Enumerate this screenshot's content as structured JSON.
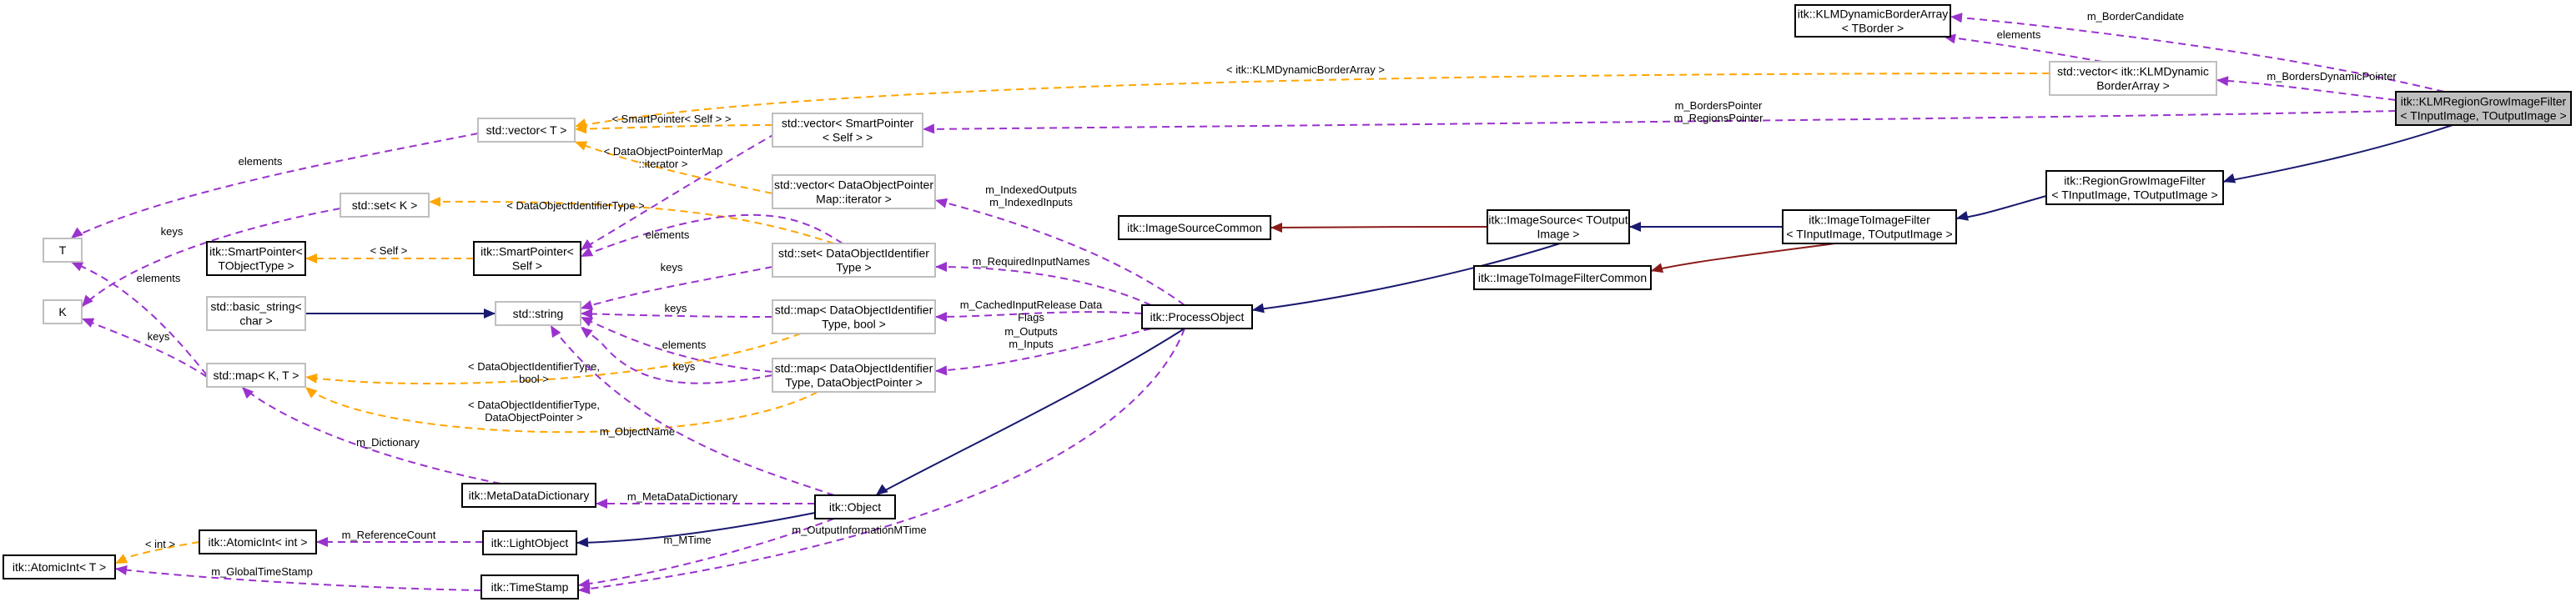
{
  "nodes": {
    "klm_border_array": [
      "itk::KLMDynamicBorderArray",
      "< TBorder >"
    ],
    "vector_klm": [
      "std::vector< itk::KLMDynamic",
      "BorderArray >"
    ],
    "klm_region_filter": [
      "itk::KLMRegionGrowImageFilter",
      "< TInputImage, TOutputImage >"
    ],
    "region_grow_filter": [
      "itk::RegionGrowImageFilter",
      "< TInputImage, TOutputImage >"
    ],
    "vector_t": [
      "std::vector< T >"
    ],
    "vector_smartpointer": [
      "std::vector< SmartPointer",
      "< Self > >"
    ],
    "vector_dataobjectpointermap": [
      "std::vector< DataObjectPointer",
      "Map::iterator >"
    ],
    "set_k": [
      "std::set< K >"
    ],
    "t": [
      "T"
    ],
    "smartpointer_tobjecttype": [
      "itk::SmartPointer<",
      "TObjectType >"
    ],
    "smartpointer_self": [
      "itk::SmartPointer<",
      "Self >"
    ],
    "set_dataobjectidentifier": [
      "std::set< DataObjectIdentifier",
      "Type >"
    ],
    "k": [
      "K"
    ],
    "basic_string": [
      "std::basic_string<",
      "char >"
    ],
    "std_string": [
      "std::string"
    ],
    "map_bool": [
      "std::map< DataObjectIdentifier",
      "Type, bool >"
    ],
    "map_k_t": [
      "std::map< K, T >"
    ],
    "map_dataobjectpointer": [
      "std::map< DataObjectIdentifier",
      "Type, DataObjectPointer >"
    ],
    "image_source_common": [
      "itk::ImageSourceCommon"
    ],
    "image_source": [
      "itk::ImageSource< TOutput",
      "Image >"
    ],
    "image_to_image_filter": [
      "itk::ImageToImageFilter",
      "< TInputImage, TOutputImage >"
    ],
    "image_to_image_filter_common": [
      "itk::ImageToImageFilterCommon"
    ],
    "process_object": [
      "itk::ProcessObject"
    ],
    "metadata_dictionary": [
      "itk::MetaDataDictionary"
    ],
    "itk_object": [
      "itk::Object"
    ],
    "atomicint_int": [
      "itk::AtomicInt< int >"
    ],
    "light_object": [
      "itk::LightObject"
    ],
    "atomicint_t": [
      "itk::AtomicInt< T >"
    ],
    "timestamp": [
      "itk::TimeStamp"
    ]
  },
  "edges": {
    "border_candidate": [
      "m_BorderCandidate"
    ],
    "elements_vector_klm": [
      "elements"
    ],
    "borders_dynamic_pointer": [
      "m_BordersDynamicPointer"
    ],
    "klm_template": [
      "< itk::KLMDynamicBorderArray >"
    ],
    "borders_regions_pointer": [
      "m_BordersPointer",
      "m_RegionsPointer"
    ],
    "smartpointer_self_tmpl": [
      "< SmartPointer< Self > >"
    ],
    "dataobjectpointermap_tmpl": [
      "< DataObjectPointerMap",
      "::iterator >"
    ],
    "elements_vector_t": [
      "elements"
    ],
    "indexed_outputs_inputs": [
      "m_IndexedOutputs",
      "m_IndexedInputs"
    ],
    "dataobjectidentifiertype_tmpl": [
      "< DataObjectIdentifierType >"
    ],
    "elements_set_k": [
      "elements"
    ],
    "keys_set_k": [
      "keys"
    ],
    "self_tmpl": [
      "< Self >"
    ],
    "required_input_names": [
      "m_RequiredInputNames"
    ],
    "keys_set_doi": [
      "keys"
    ],
    "elements_map_kt": [
      "elements"
    ],
    "keys_map_bool": [
      "keys"
    ],
    "cached_input_release": [
      "m_CachedInputRelease Data",
      "Flags"
    ],
    "keys_map_kt": [
      "keys"
    ],
    "elements_map_dop": [
      "elements"
    ],
    "outputs_inputs": [
      "m_Outputs",
      "m_Inputs"
    ],
    "map_doit_bool_tmpl": [
      "< DataObjectIdentifierType,",
      "bool >"
    ],
    "keys_map_dop": [
      "keys"
    ],
    "map_doit_dop_tmpl": [
      "< DataObjectIdentifierType,",
      "DataObjectPointer >"
    ],
    "object_name": [
      "m_ObjectName"
    ],
    "dictionary": [
      "m_Dictionary"
    ],
    "metadata_dictionary_edge": [
      "m_MetaDataDictionary"
    ],
    "int_tmpl": [
      "< int >"
    ],
    "reference_count": [
      "m_ReferenceCount"
    ],
    "mtime": [
      "m_MTime"
    ],
    "output_information_mtime": [
      "m_OutputInformationMTime"
    ],
    "global_timestamp": [
      "m_GlobalTimeStamp"
    ]
  },
  "colors": {
    "usage_edge": "#9a32cd",
    "template_edge": "#ffa500",
    "inheritance_edge": "#191970",
    "private_inheritance_edge": "#8b1a1a",
    "current_node_fill": "#bfbfbf",
    "undocumented_border": "#bfbfbf",
    "documented_border": "#000000"
  }
}
